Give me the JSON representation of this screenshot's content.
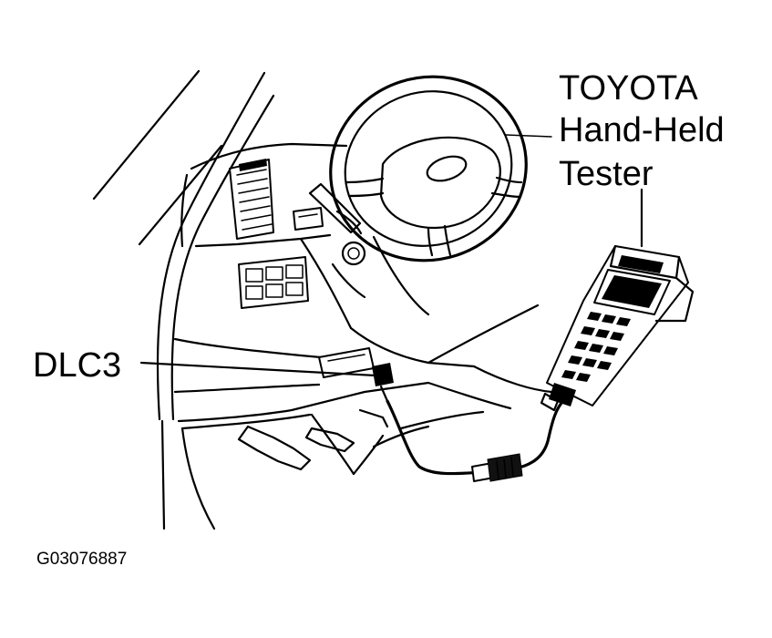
{
  "labels": {
    "tester_line1": "TOYOTA",
    "tester_line2": "Hand-Held",
    "tester_line3": "Tester",
    "connector": "DLC3",
    "figure_code": "G03076887"
  },
  "colors": {
    "ink": "#000000",
    "paper": "#ffffff"
  }
}
